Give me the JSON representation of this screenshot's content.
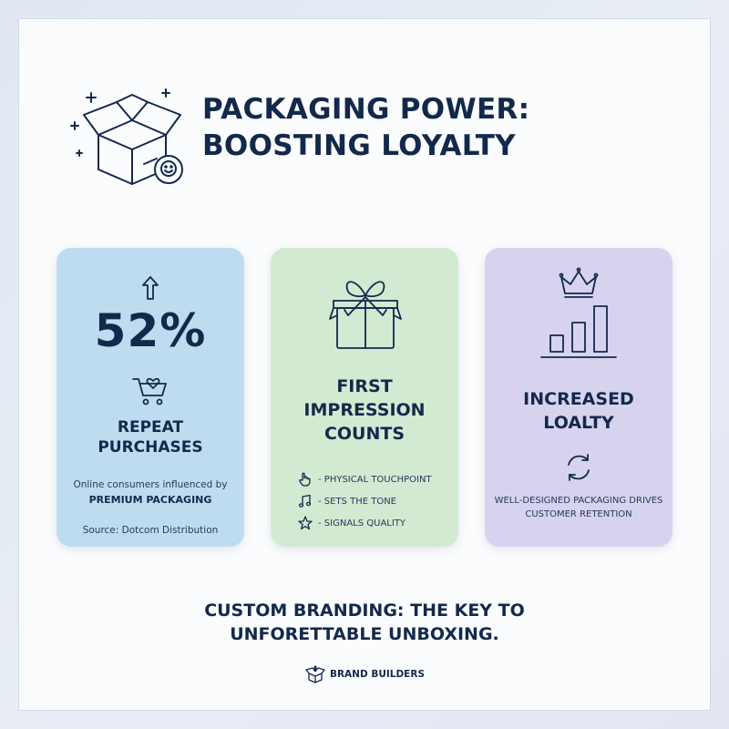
{
  "header": {
    "title_line1": "PACKAGING POWER:",
    "title_line2": "BOOSTING LOYALTY"
  },
  "cards": [
    {
      "stat": "52%",
      "heading_line1": "REPEAT",
      "heading_line2": "PURCHASES",
      "description": "Online consumers influenced by",
      "description_bold": "PREMIUM PACKAGING",
      "source": "Source: Dotcom Distribution",
      "icons": [
        "arrow-up-icon",
        "cart-heart-icon"
      ],
      "background": "#bedcf0"
    },
    {
      "heading_line1": "FIRST",
      "heading_line2": "IMPRESSION",
      "heading_line3": "COUNTS",
      "bullets": [
        {
          "icon": "hand-pointer-icon",
          "text": "- PHYSICAL TOUCHPOINT"
        },
        {
          "icon": "music-note-icon",
          "text": "- SETS THE TONE"
        },
        {
          "icon": "star-icon",
          "text": "- SIGNALS QUALITY"
        }
      ],
      "icons": [
        "gift-icon"
      ],
      "background": "#d3ead2"
    },
    {
      "heading_line1": "INCREASED",
      "heading_line2": "LOALTY",
      "description_line1": "WELL-DESIGNED PACKAGING DRIVES",
      "description_line2": "CUSTOMER RETENTION",
      "icons": [
        "crown-chart-icon",
        "refresh-cycle-icon"
      ],
      "background": "#d7d3ef"
    }
  ],
  "footer": {
    "tagline_line1": "CUSTOM BRANDING: THE KEY TO",
    "tagline_line2": "UNFORETTABLE UNBOXING.",
    "brand_name": "BRAND BUILDERS"
  },
  "colors": {
    "navy": "#13294b",
    "card_blue": "#bedcf0",
    "card_green": "#d3ead2",
    "card_purple": "#d7d3ef"
  }
}
